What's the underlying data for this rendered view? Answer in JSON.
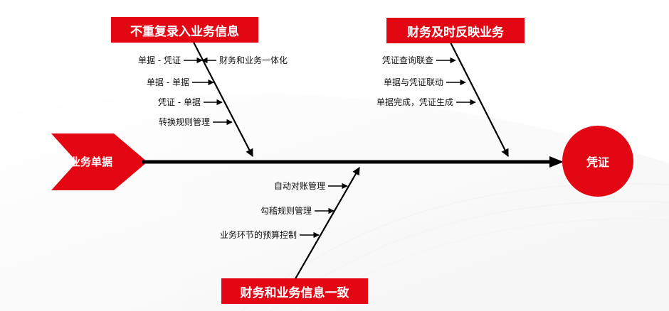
{
  "tail": {
    "label": "业务单据",
    "color": "#e30613"
  },
  "head": {
    "label": "凭证",
    "color": "#e30613"
  },
  "categories": [
    {
      "title": "不重复录入业务信息",
      "causes": [
        "单据 - 凭证",
        "财务和业务一体化",
        "单据 - 单据",
        "凭证 - 单据",
        "转换规则管理"
      ]
    },
    {
      "title": "财务及时反映业务",
      "causes": [
        "凭证查询联查",
        "单据与凭证联动",
        "单据完成，凭证生成"
      ]
    },
    {
      "title": "财务和业务信息一致",
      "causes": [
        "自动对账管理",
        "勾稽规则管理",
        "业务环节的预算控制"
      ]
    }
  ]
}
